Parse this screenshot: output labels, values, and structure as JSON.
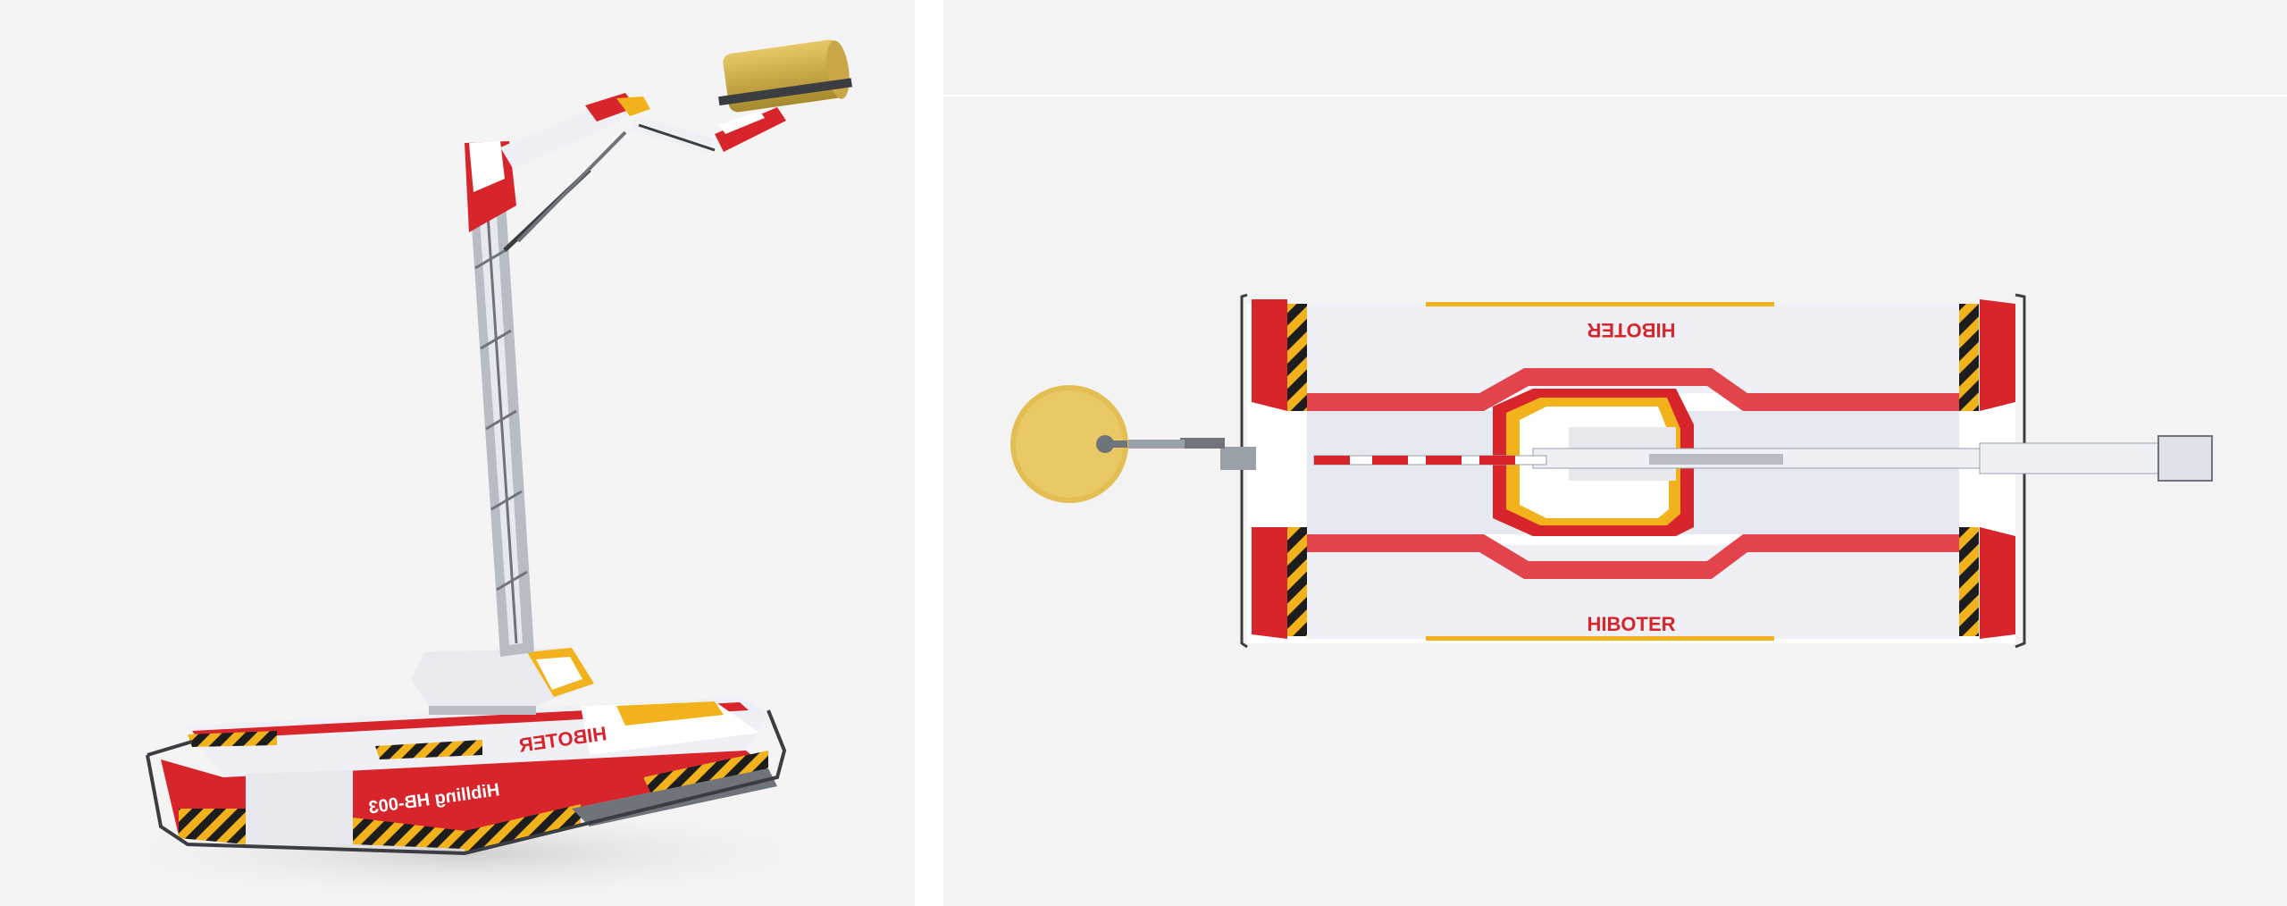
{
  "left_view": {
    "brand_logo_mirrored": "HIBOTER",
    "model_plate": "Hiblling HB-003"
  },
  "right_view": {
    "brand_logo_top_mirrored": "HIBOTER",
    "brand_logo_bottom": "HIBOTER"
  },
  "colors": {
    "body_red": "#d8242b",
    "accent_yellow": "#f2b21b",
    "body_white": "#eef0f6",
    "pad_gold": "#e3be52",
    "frame_grey": "#9aa0a8",
    "hazard_black": "#1d1d1d"
  }
}
